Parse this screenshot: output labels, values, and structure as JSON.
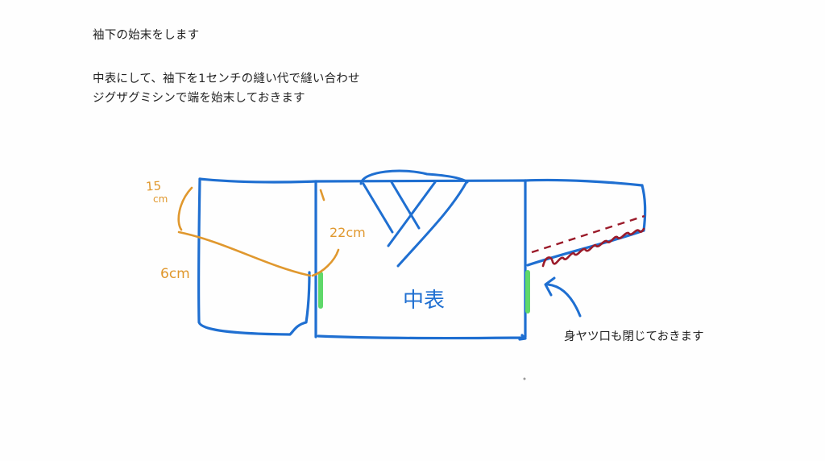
{
  "instructions": {
    "title": "袖下の始末をします",
    "lines": [
      "中表にして、袖下を1センチの縫い代で縫い合わせ",
      "ジグザグミシンで端を始末しておきます"
    ]
  },
  "diagram": {
    "labels": {
      "sleeve_top_measure": "15",
      "sleeve_top_unit": "cm",
      "sleeve_bottom_measure": "6cm",
      "armhole_measure": "22cm",
      "body_label": "中表"
    },
    "note": "身ヤツ口も閉じておきます",
    "colors": {
      "outline": "#1f6fd1",
      "measure": "#e0982e",
      "armhole_opening": "#5fd86a",
      "seam_stitch": "#9b1b2a"
    }
  }
}
